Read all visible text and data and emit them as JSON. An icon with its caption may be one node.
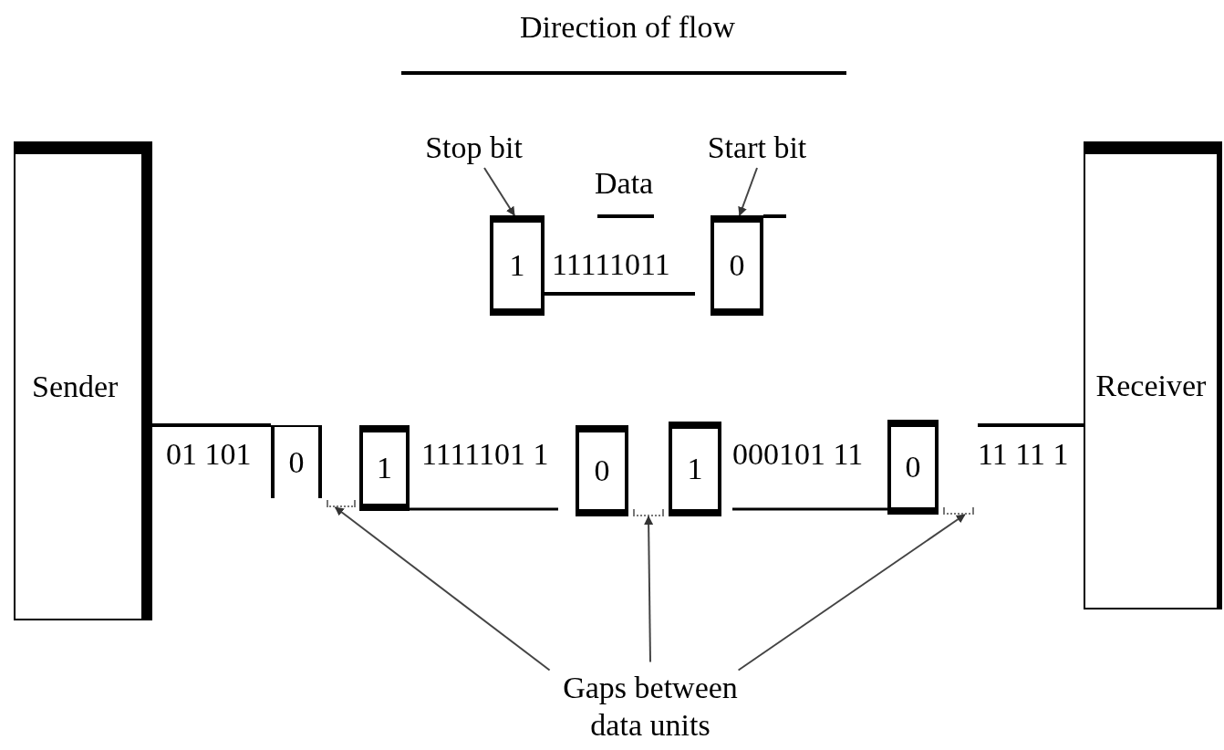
{
  "diagram": {
    "nodes": [
      {
        "text": [
          "Sender"
        ]
      },
      {
        "text": [
          "Receiver"
        ]
      },
      {
        "text": [
          "Stop bit"
        ]
      },
      {
        "text": [
          "Start bit"
        ]
      },
      {
        "text": [
          "1"
        ]
      },
      {
        "text": [
          "0"
        ]
      },
      {
        "text": [
          "0"
        ]
      },
      {
        "text": [
          "1"
        ]
      },
      {
        "text": [
          "0"
        ]
      },
      {
        "text": [
          "1"
        ]
      },
      {
        "text": [
          "0"
        ]
      },
      {
        "text": [
          "Gaps between data units"
        ]
      },
      {
        "text": [],
        "shape": "gap"
      },
      {
        "text": [],
        "shape": "gap"
      },
      {
        "text": [],
        "shape": "gap"
      }
    ],
    "edges": [
      {
        "from": 2,
        "to": 4,
        "arrow": "to"
      },
      {
        "from": 3,
        "to": 5,
        "arrow": "to"
      },
      {
        "from": 11,
        "to": 12,
        "arrow": "to"
      },
      {
        "from": 11,
        "to": 13,
        "arrow": "to"
      },
      {
        "from": 11,
        "to": 14,
        "arrow": "to"
      }
    ],
    "labels": [
      "Direction of flow",
      "Data",
      "11111011",
      "01 101",
      "1111101 1",
      "000101 11",
      "11 11 1"
    ]
  }
}
